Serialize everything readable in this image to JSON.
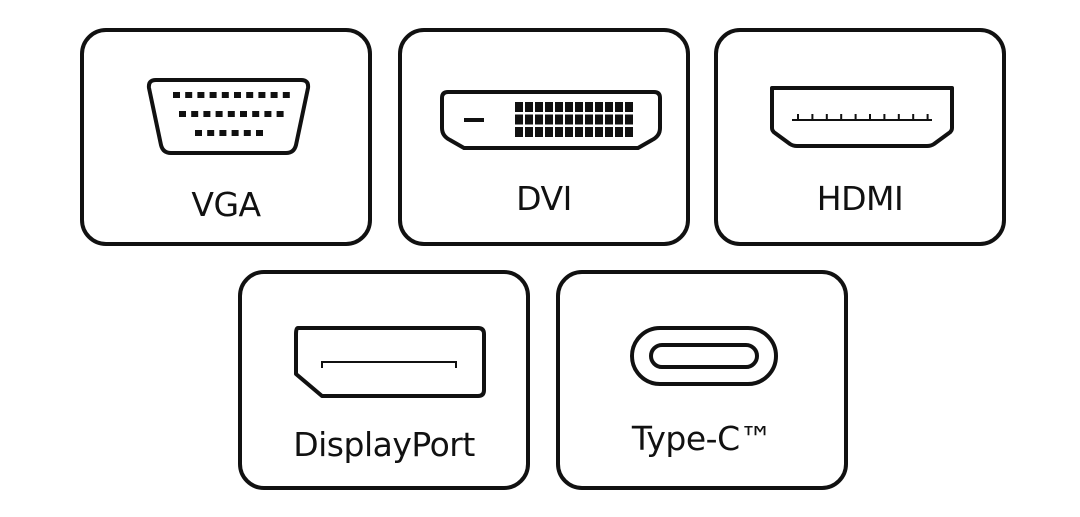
{
  "connectors": [
    {
      "id": "vga",
      "label": "VGA",
      "icon": "vga-port-icon"
    },
    {
      "id": "dvi",
      "label": "DVI",
      "icon": "dvi-port-icon"
    },
    {
      "id": "hdmi",
      "label": "HDMI",
      "icon": "hdmi-port-icon"
    },
    {
      "id": "dp",
      "label": "DisplayPort",
      "icon": "displayport-port-icon"
    },
    {
      "id": "usbc",
      "label": "Type-C™",
      "icon": "usb-type-c-port-icon"
    }
  ],
  "colors": {
    "stroke": "#111111",
    "background": "#ffffff"
  }
}
